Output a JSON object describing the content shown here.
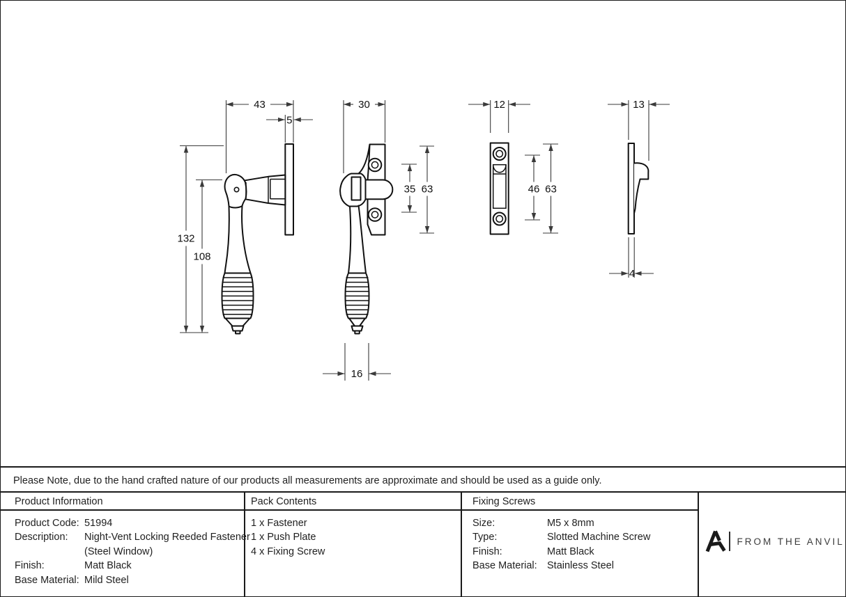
{
  "drawing": {
    "title": "night-vent-fastener-dimensioned-drawing",
    "views": [
      {
        "name": "fastener-side-view"
      },
      {
        "name": "fastener-front-view"
      },
      {
        "name": "keep-plate-front-view"
      },
      {
        "name": "keep-plate-side-view"
      }
    ],
    "dims": {
      "fastener_depth": "43",
      "backplate_thickness": "5",
      "overall_height": "132",
      "handle_length": "108",
      "faceplate_width": "30",
      "screw_spacing": "35",
      "faceplate_height": "63",
      "grip_width": "16",
      "keep_width": "12",
      "keep_screw_spacing": "46",
      "keep_height": "63",
      "keep_depth": "13",
      "keep_plate_thickness": "4"
    }
  },
  "note": "Please Note, due to the hand crafted nature of our products all measurements are approximate and should be used as a guide only.",
  "table": {
    "product_information": {
      "header": "Product Information",
      "rows": [
        {
          "label": "Product Code:",
          "value": "51994"
        },
        {
          "label": "Description:",
          "value": "Night-Vent Locking Reeded Fastener"
        },
        {
          "label": "",
          "value": "(Steel Window)"
        },
        {
          "label": "Finish:",
          "value": "Matt Black"
        },
        {
          "label": "Base Material:",
          "value": "Mild Steel"
        }
      ]
    },
    "pack_contents": {
      "header": "Pack Contents",
      "items": [
        "1 x Fastener",
        "1 x Push Plate",
        "4 x Fixing Screw"
      ]
    },
    "fixing_screws": {
      "header": "Fixing Screws",
      "rows": [
        {
          "label": "Size:",
          "value": "M5 x 8mm"
        },
        {
          "label": "Type:",
          "value": "Slotted Machine Screw"
        },
        {
          "label": "Finish:",
          "value": "Matt Black"
        },
        {
          "label": "Base Material:",
          "value": "Stainless Steel"
        }
      ]
    }
  },
  "brand": {
    "logo_icon": "from-the-anvil-a-monogram",
    "name": "FROM THE ANVIL"
  },
  "colors": {
    "line": "#1a1a1a",
    "dimension_line": "#3a3a3a",
    "text": "#1f1f1f",
    "background": "#ffffff"
  }
}
